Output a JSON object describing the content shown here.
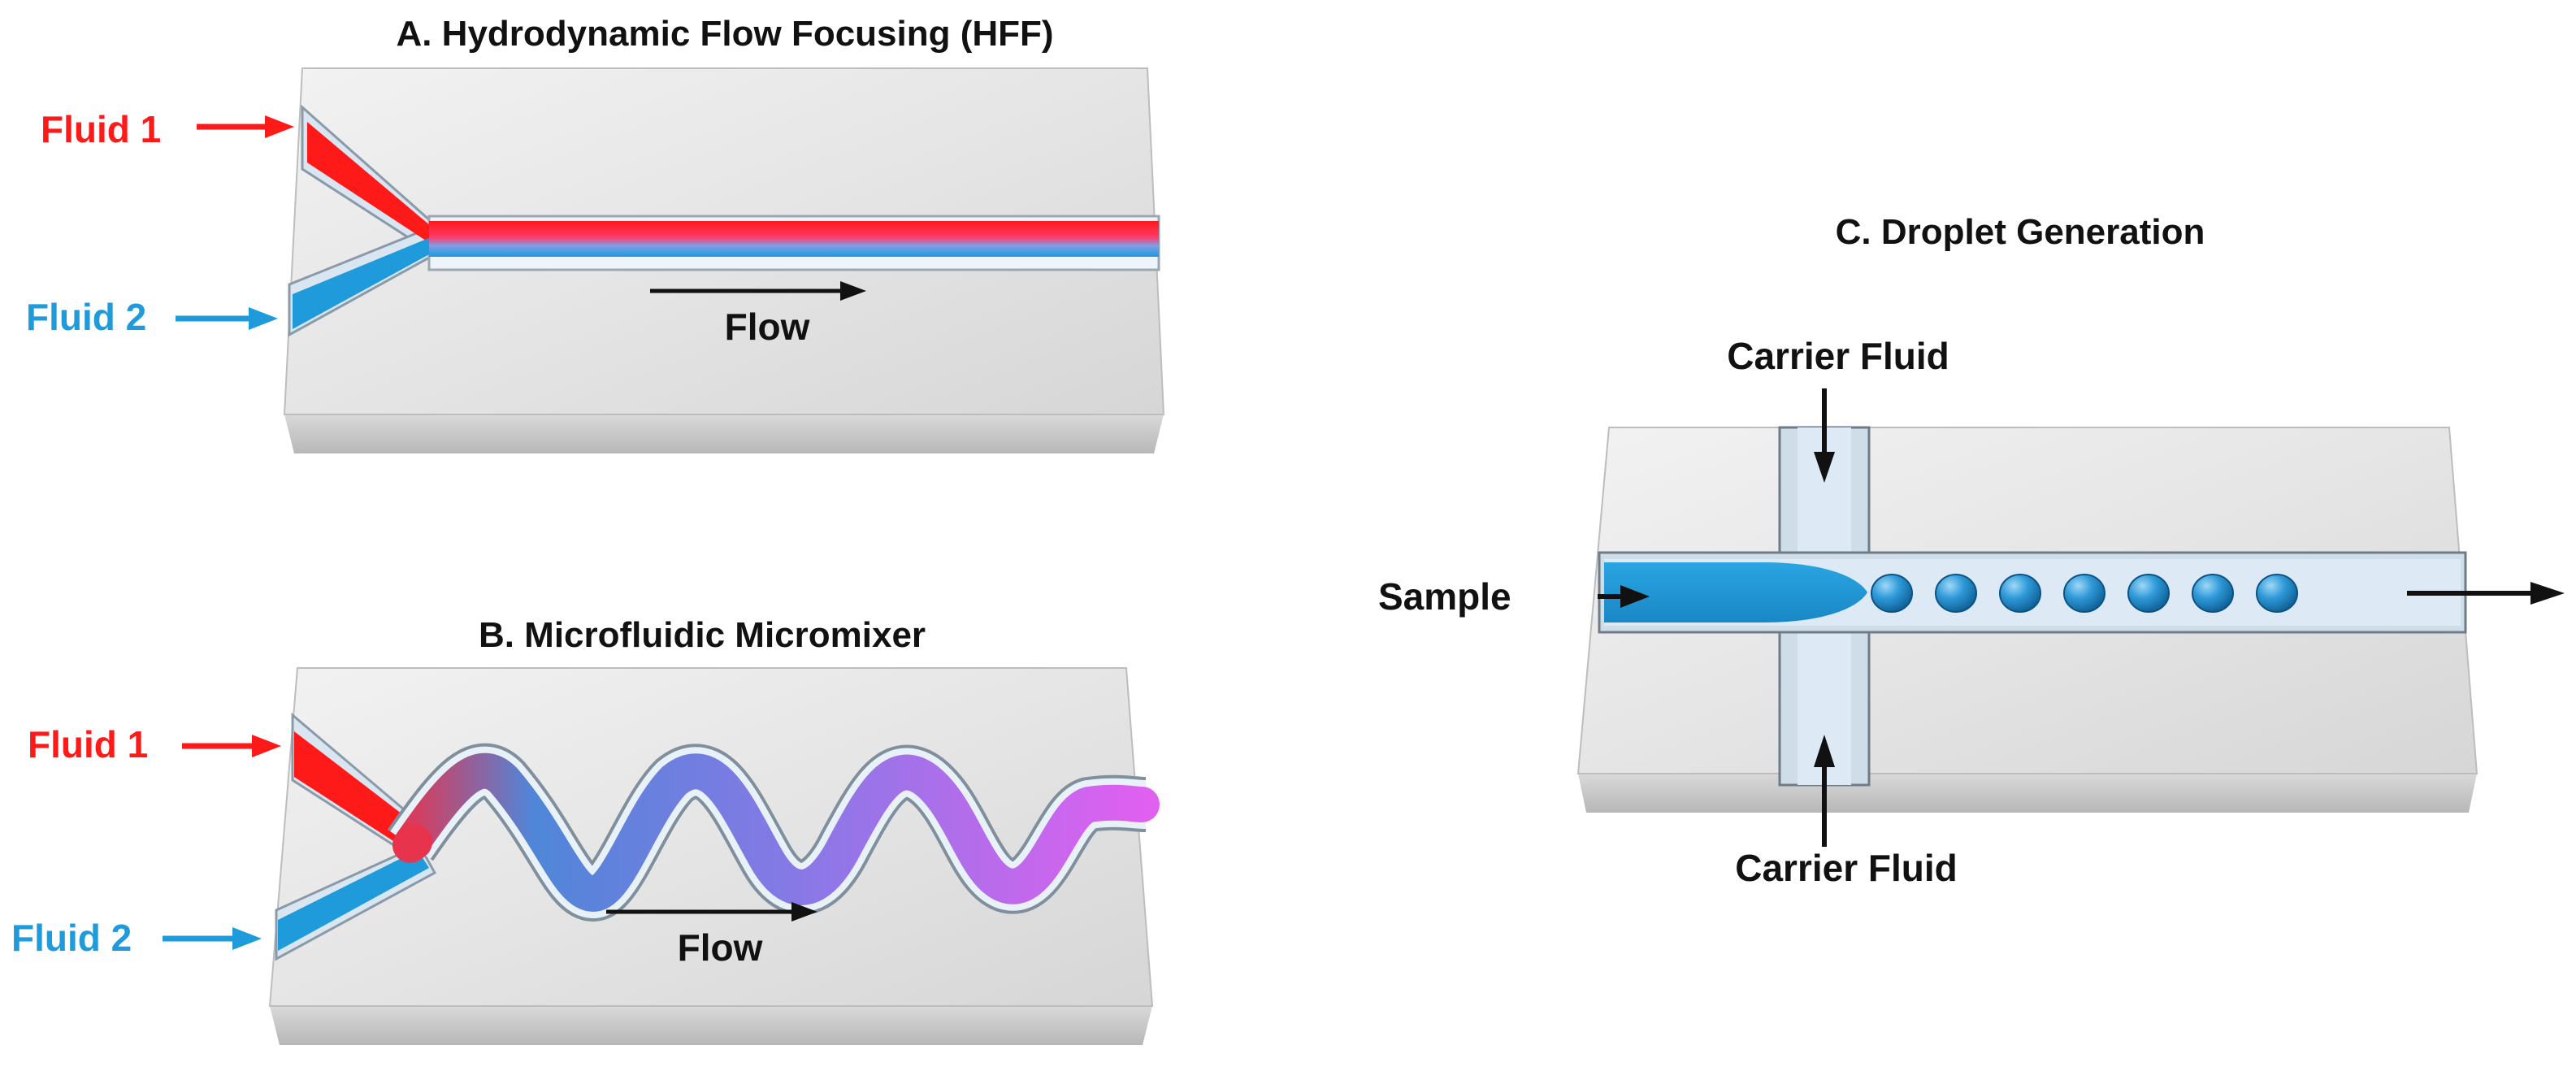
{
  "panel_a": {
    "title": "A. Hydrodynamic Flow Focusing (HFF)",
    "fluid1_label": "Fluid 1",
    "fluid2_label": "Fluid 2",
    "flow_label": "Flow"
  },
  "panel_b": {
    "title": "B. Microfluidic Micromixer",
    "fluid1_label": "Fluid 1",
    "fluid2_label": "Fluid 2",
    "flow_label": "Flow"
  },
  "panel_c": {
    "title": "C. Droplet Generation",
    "carrier_top_label": "Carrier Fluid",
    "carrier_bottom_label": "Carrier Fluid",
    "sample_label": "Sample",
    "droplet_count": 7
  },
  "colors": {
    "fluid1": "#ff1a1a",
    "fluid2": "#1f9bdc",
    "mix_end": "#e060f0",
    "channel_bg": "#dce8f3",
    "chip_top": "#e6e6e6",
    "chip_side": "#c8c8c8",
    "text": "#111111"
  }
}
